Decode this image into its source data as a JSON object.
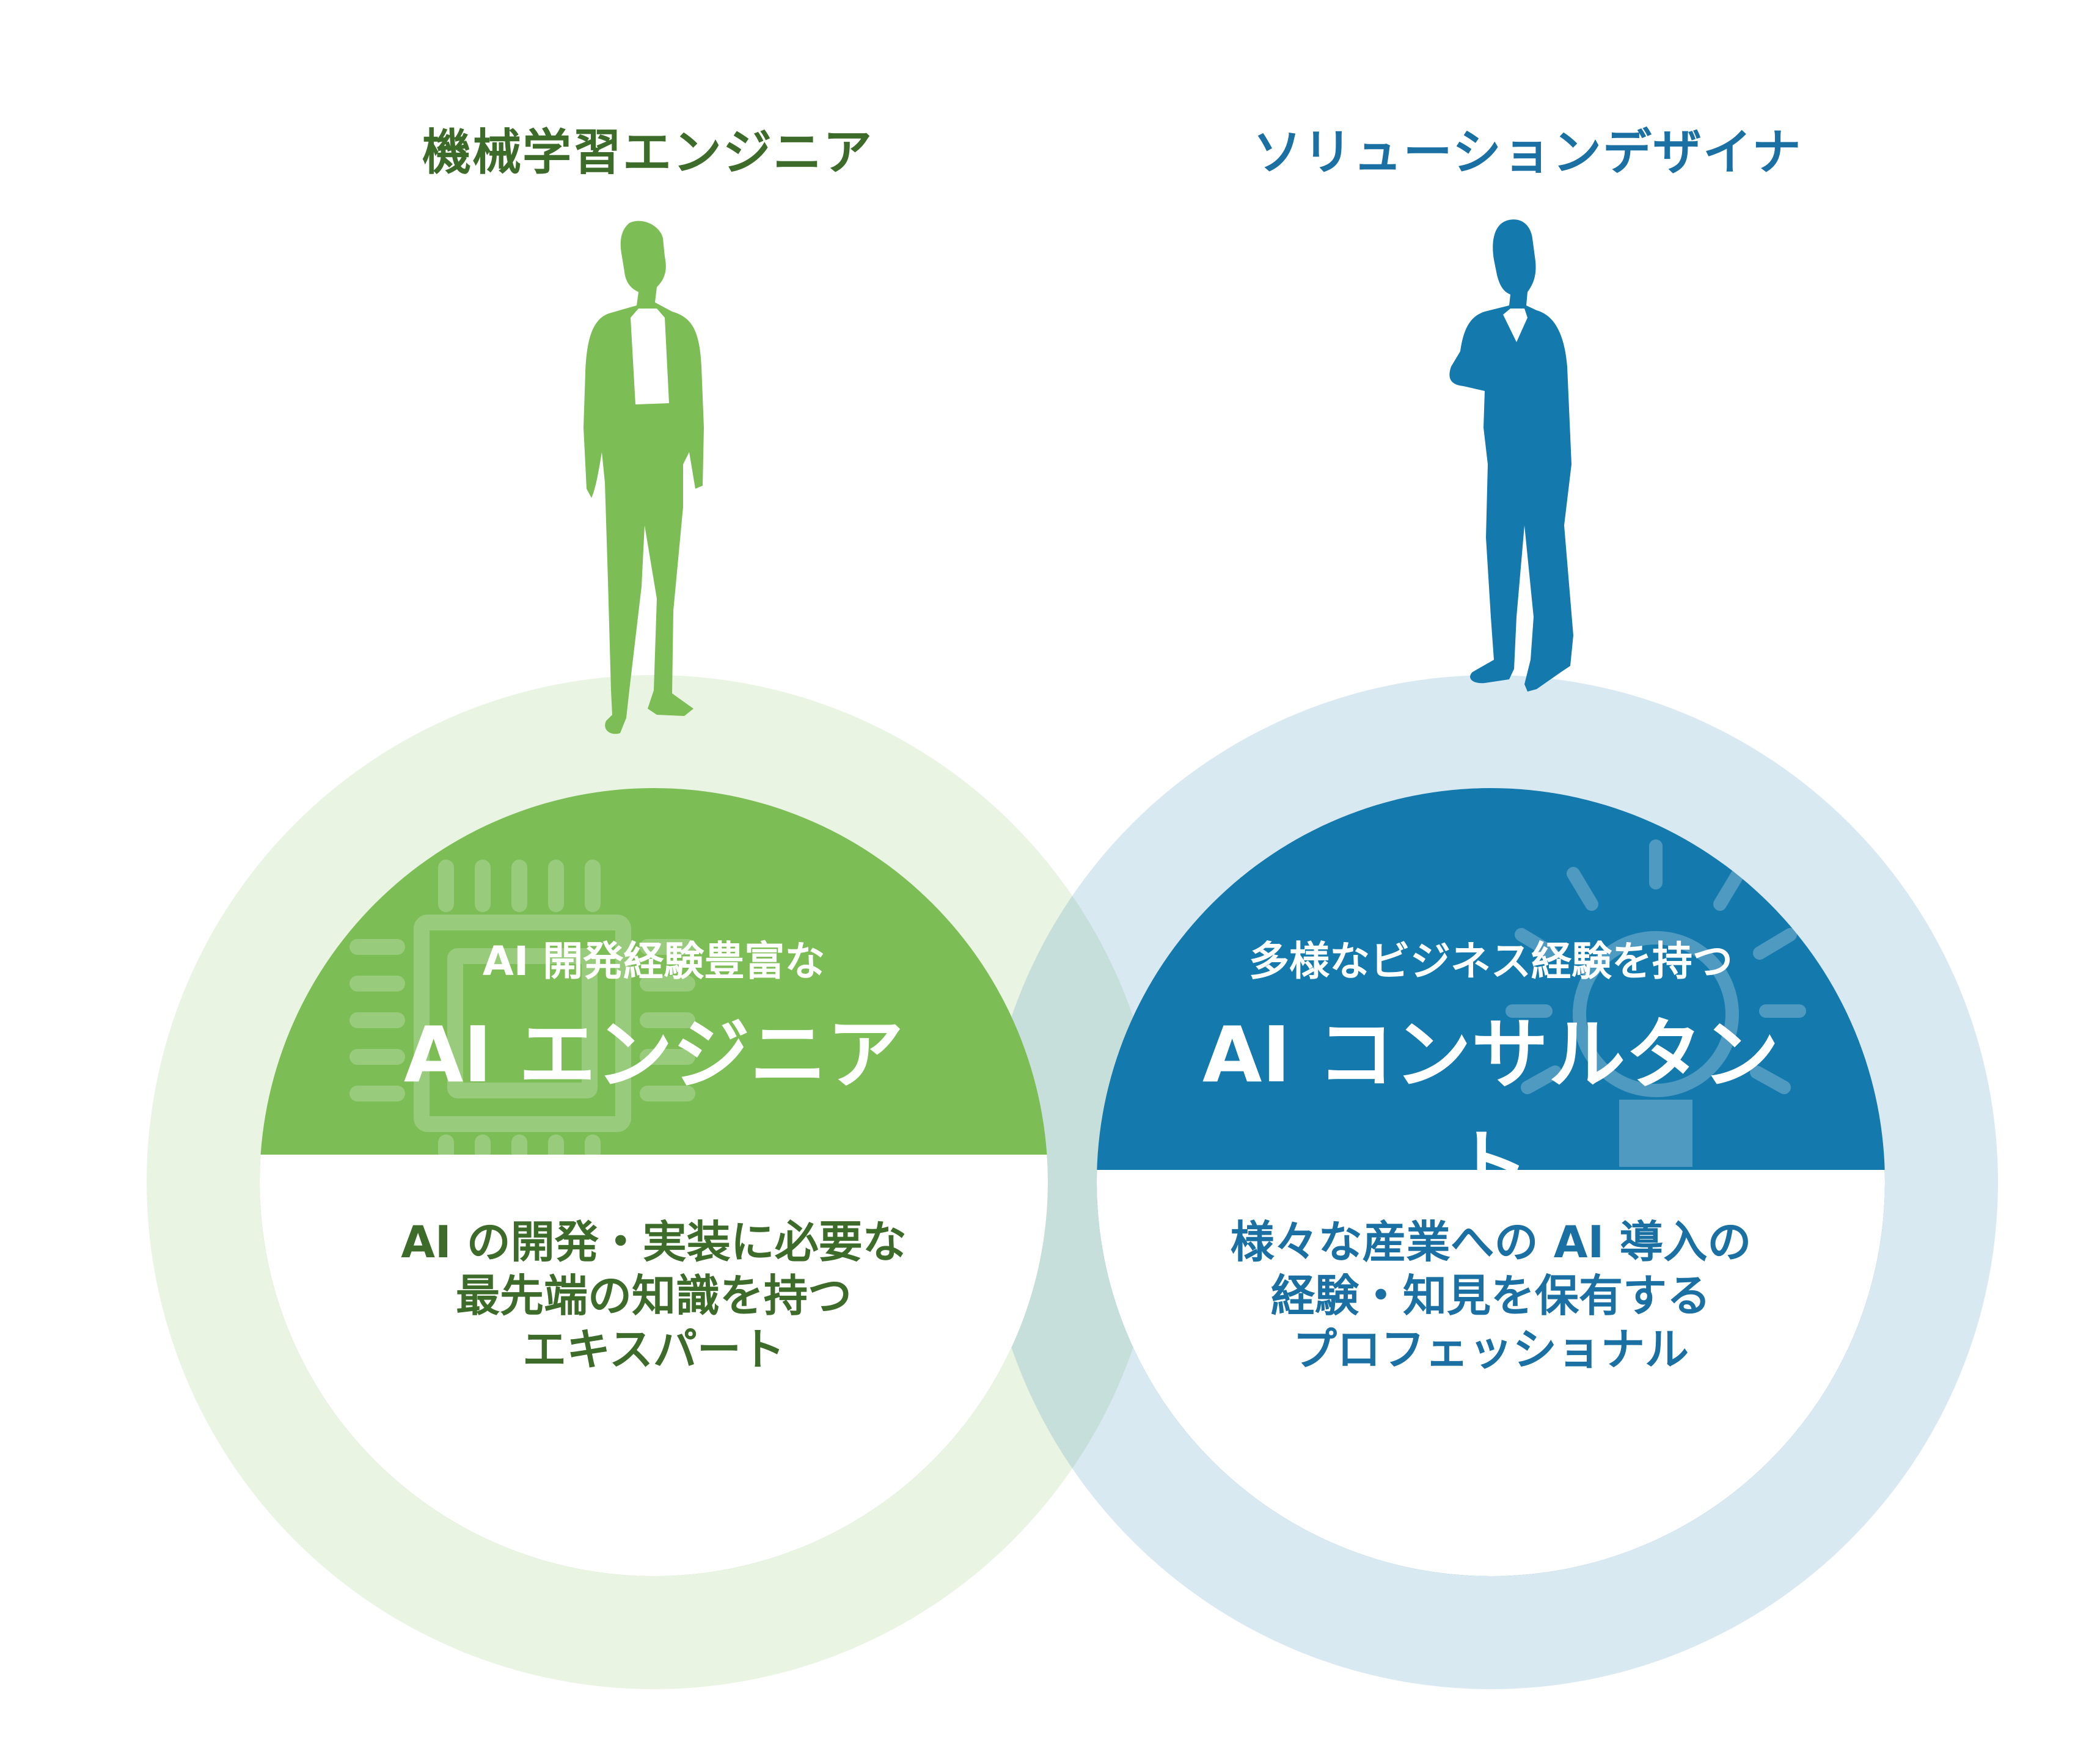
{
  "colors": {
    "green": "#7CBD56",
    "green_dark": "#3D6B2A",
    "green_light": "#E8F2E1",
    "blue": "#1479AC",
    "blue_dark": "#1A6FA3",
    "blue_light": "#D7E7F1"
  },
  "left": {
    "role": "機械学習エンジニア",
    "subtitle": "AI 開発経験豊富な",
    "title": "AI エンジニア",
    "description": [
      "AI の開発・実装に必要な",
      "最先端の知識を持つ",
      "エキスパート"
    ],
    "icon": "cpu-chip-icon",
    "figure": "standing-person-silhouette"
  },
  "right": {
    "role": "ソリューションデザイナ",
    "subtitle": "多様なビジネス経験を持つ",
    "title": "AI コンサルタント",
    "description": [
      "様々な産業への AI 導入の",
      "経験・知見を保有する",
      "プロフェッショナル"
    ],
    "icon": "lightbulb-icon",
    "figure": "arms-crossed-person-silhouette"
  }
}
